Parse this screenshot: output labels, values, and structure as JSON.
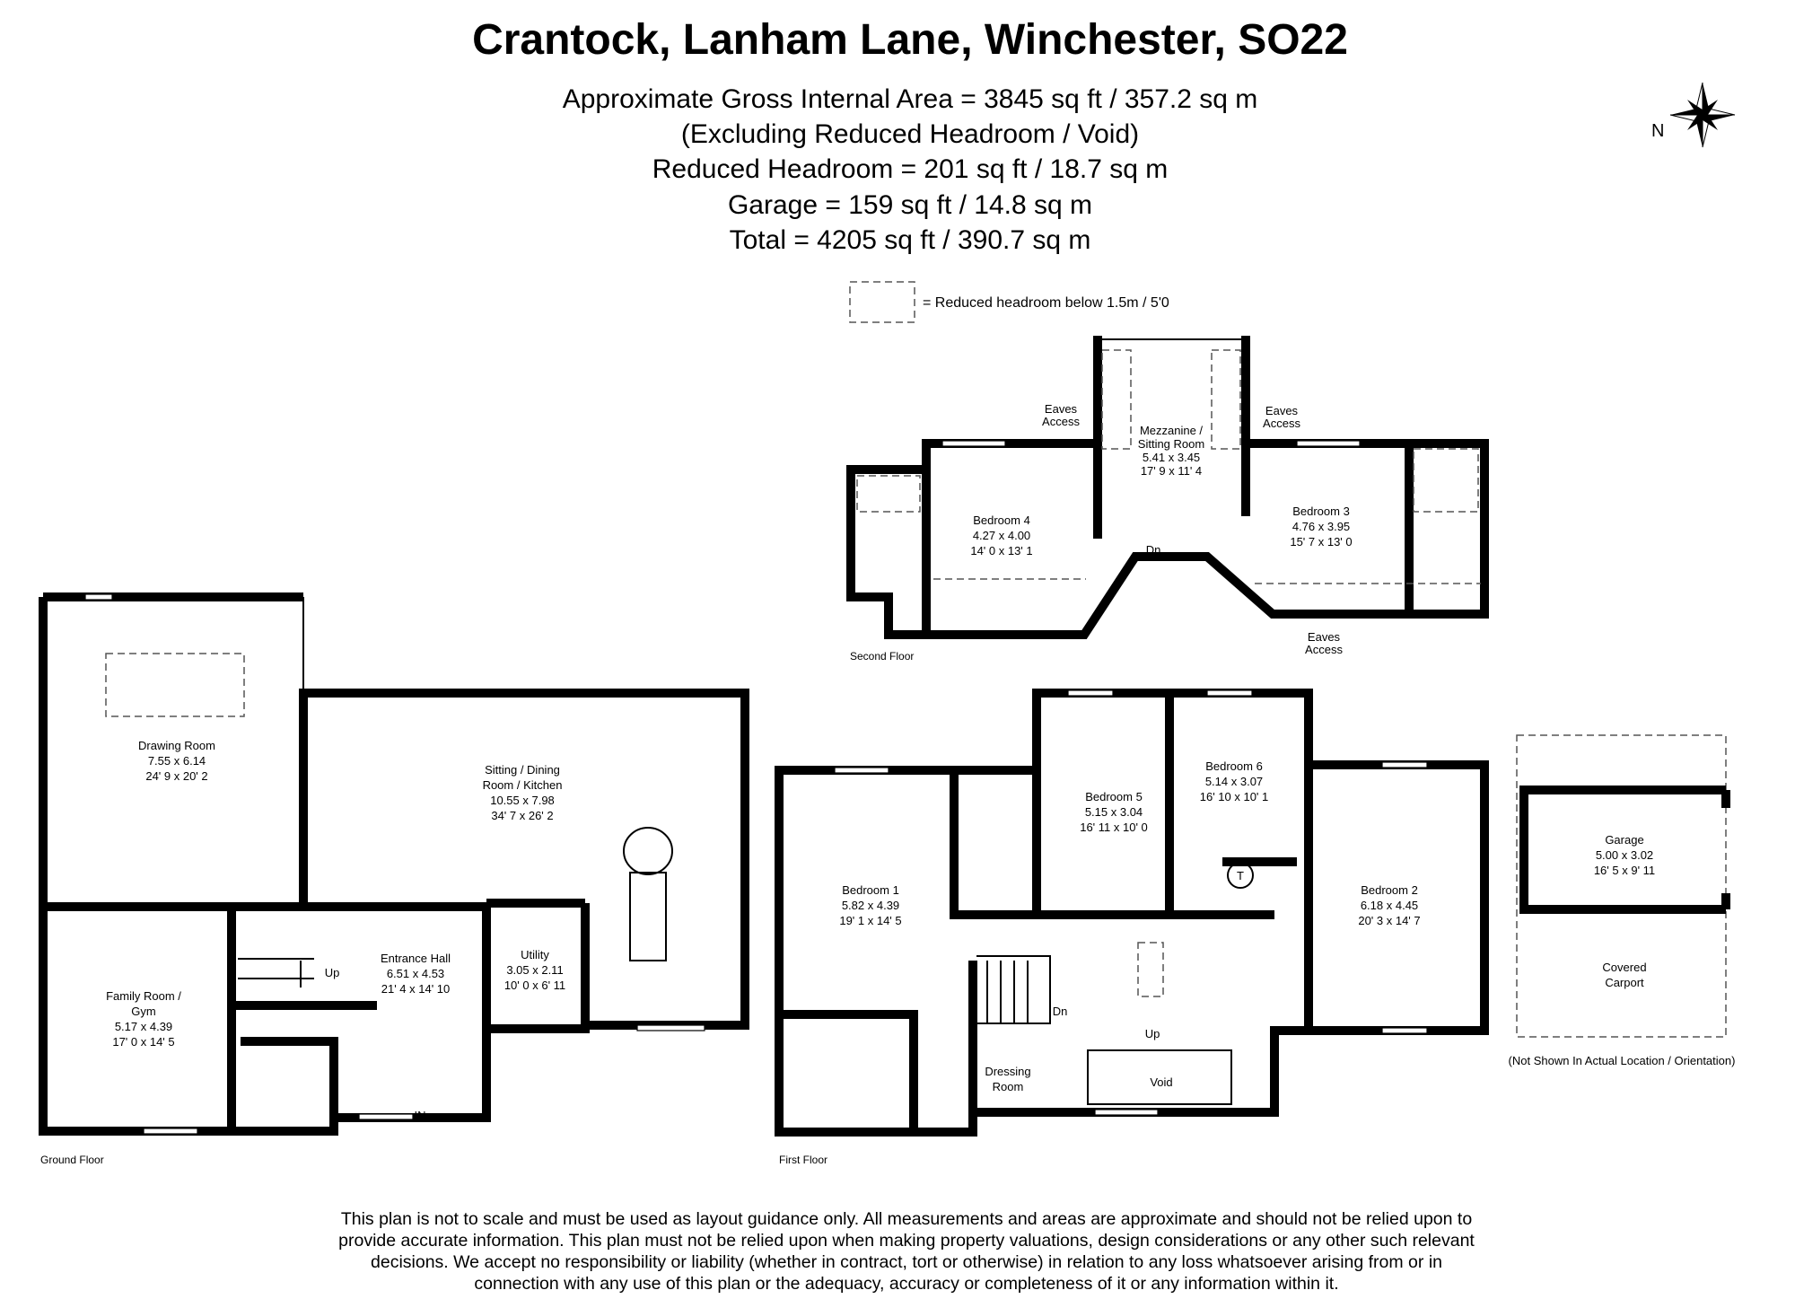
{
  "header": {
    "title": "Crantock, Lanham Lane, Winchester, SO22",
    "lines": [
      "Approximate Gross Internal Area = 3845 sq ft / 357.2 sq m",
      "(Excluding Reduced Headroom / Void)",
      "Reduced Headroom = 201 sq ft / 18.7 sq m",
      "Garage = 159 sq ft / 14.8 sq m",
      "Total = 4205 sq ft / 390.7 sq m"
    ]
  },
  "compass": {
    "label": "N",
    "icon": "compass-rose-icon"
  },
  "legend": {
    "text": "= Reduced headroom below 1.5m / 5'0"
  },
  "ground_floor": {
    "label": "Ground Floor",
    "rooms": [
      {
        "lines": [
          "Drawing Room"
        ],
        "metric": "7.55 x 6.14",
        "imperial": "24' 9 x 20' 2"
      },
      {
        "lines": [
          "Sitting / Dining",
          "Room / Kitchen"
        ],
        "metric": "10.55 x 7.98",
        "imperial": "34' 7 x 26' 2"
      },
      {
        "lines": [
          "Entrance Hall"
        ],
        "metric": "6.51 x 4.53",
        "imperial": "21' 4 x 14' 10"
      },
      {
        "lines": [
          "Utility"
        ],
        "metric": "3.05 x 2.11",
        "imperial": "10' 0 x 6' 11"
      },
      {
        "lines": [
          "Family Room /",
          "Gym"
        ],
        "metric": "5.17 x 4.39",
        "imperial": "17' 0 x 14' 5"
      }
    ],
    "up": "Up",
    "entrance": "IN"
  },
  "first_floor": {
    "label": "First Floor",
    "rooms": [
      {
        "lines": [
          "Bedroom 1"
        ],
        "metric": "5.82 x 4.39",
        "imperial": "19' 1 x 14' 5"
      },
      {
        "lines": [
          "Bedroom 5"
        ],
        "metric": "5.15 x 3.04",
        "imperial": "16' 11 x 10' 0"
      },
      {
        "lines": [
          "Bedroom 6"
        ],
        "metric": "5.14 x 3.07",
        "imperial": "16' 10 x 10' 1"
      },
      {
        "lines": [
          "Bedroom 2"
        ],
        "metric": "6.18 x 4.45",
        "imperial": "20' 3 x 14' 7"
      }
    ],
    "dressing": [
      "Dressing",
      "Room"
    ],
    "void": "Void",
    "tank": "T",
    "dn": "Dn",
    "up": "Up"
  },
  "second_floor": {
    "label": "Second Floor",
    "rooms": [
      {
        "lines": [
          "Bedroom 4"
        ],
        "metric": "4.27 x 4.00",
        "imperial": "14' 0 x 13' 1"
      },
      {
        "lines": [
          "Mezzanine /",
          "Sitting Room"
        ],
        "metric": "5.41 x 3.45",
        "imperial": "17' 9 x 11' 4"
      },
      {
        "lines": [
          "Bedroom 3"
        ],
        "metric": "4.76 x 3.95",
        "imperial": "15' 7 x 13' 0"
      }
    ],
    "eaves": [
      "Eaves",
      "Access"
    ],
    "dn": "Dn"
  },
  "garage": {
    "name": "Garage",
    "metric": "5.00 x 3.02",
    "imperial": "16' 5 x 9' 11",
    "carport": [
      "Covered",
      "Carport"
    ],
    "note": "(Not Shown In Actual Location / Orientation)"
  },
  "disclaimer": [
    "This plan is not to scale and must be used as layout guidance only. All measurements and areas are approximate and should not be relied upon to",
    "provide accurate information. This plan must not be relied upon when making property valuations, design considerations or any other such relevant",
    "decisions. We accept no responsibility or liability (whether in contract, tort or otherwise) in relation to any loss whatsoever arising from or in",
    "connection with any use of this plan or the adequacy, accuracy or completeness of it or any information within it."
  ]
}
